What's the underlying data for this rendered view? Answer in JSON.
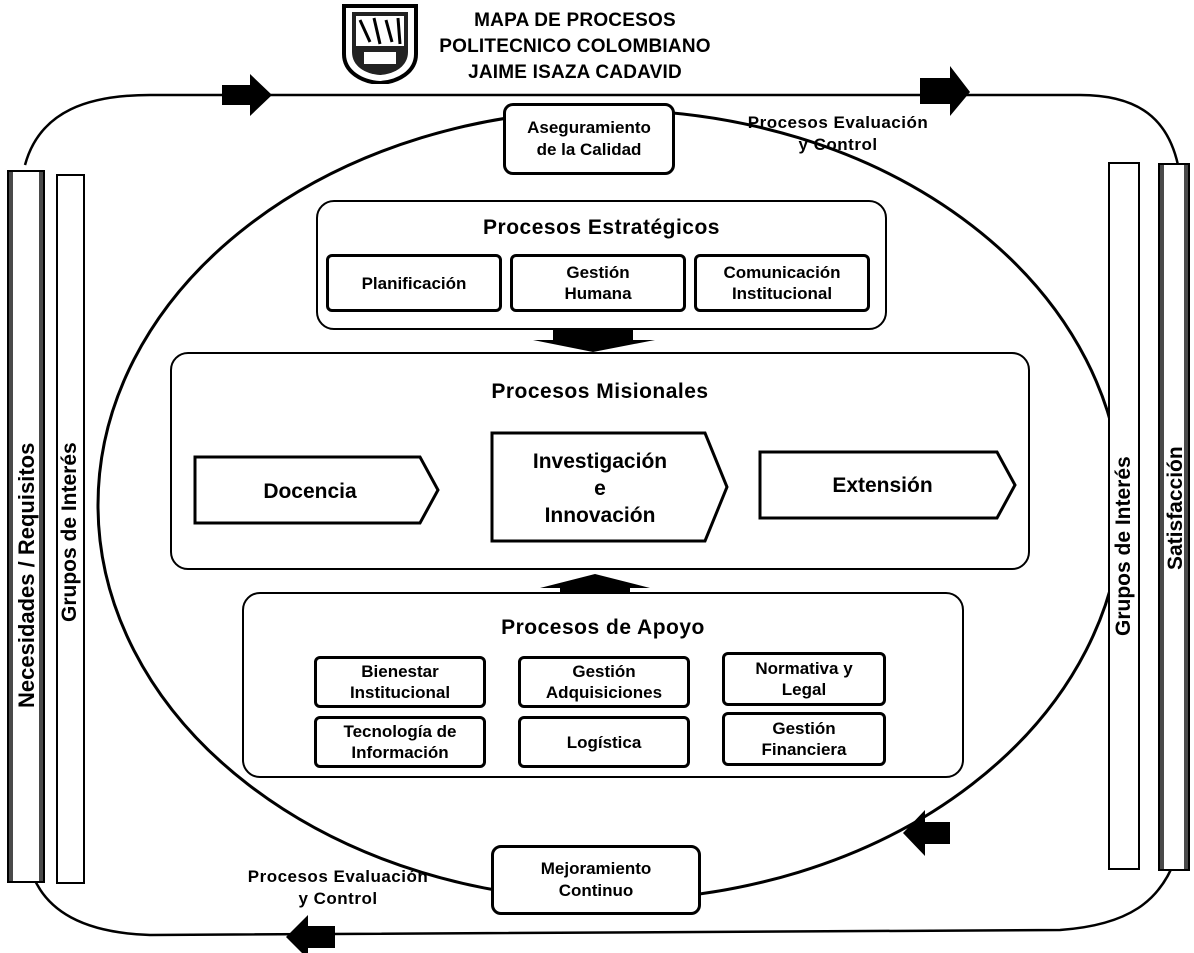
{
  "header": {
    "line1": "MAPA DE PROCESOS",
    "line2": "POLITECNICO COLOMBIANO",
    "line3": "JAIME ISAZA CADAVID"
  },
  "evaluation_top": {
    "line1": "Procesos Evaluación",
    "line2": "y Control"
  },
  "evaluation_bottom": {
    "line1": "Procesos Evaluación",
    "line2": "y Control"
  },
  "quality": {
    "line1": "Aseguramiento",
    "line2": "de la Calidad"
  },
  "improvement": {
    "line1": "Mejoramiento",
    "line2": "Continuo"
  },
  "strategic": {
    "title": "Procesos Estratégicos",
    "items": [
      {
        "line1": "Planificación",
        "line2": ""
      },
      {
        "line1": "Gestión",
        "line2": "Humana"
      },
      {
        "line1": "Comunicación",
        "line2": "Institucional"
      }
    ]
  },
  "missional": {
    "title": "Procesos Misionales",
    "items": [
      {
        "line1": "Docencia",
        "line2": "",
        "line3": ""
      },
      {
        "line1": "Investigación",
        "line2": "e",
        "line3": "Innovación"
      },
      {
        "line1": "Extensión",
        "line2": "",
        "line3": ""
      }
    ]
  },
  "support": {
    "title": "Procesos de Apoyo",
    "items": [
      {
        "line1": "Bienestar",
        "line2": "Institucional"
      },
      {
        "line1": "Gestión",
        "line2": "Adquisiciones"
      },
      {
        "line1": "Normativa y",
        "line2": "Legal"
      },
      {
        "line1": "Tecnología de",
        "line2": "Información"
      },
      {
        "line1": "Logística",
        "line2": ""
      },
      {
        "line1": "Gestión",
        "line2": "Financiera"
      }
    ]
  },
  "left_bands": {
    "outer": "Necesidades  /  Requisitos",
    "inner": "Grupos de Interés"
  },
  "right_bands": {
    "outer": "Satisfacción",
    "inner": "Grupos de Interés"
  }
}
